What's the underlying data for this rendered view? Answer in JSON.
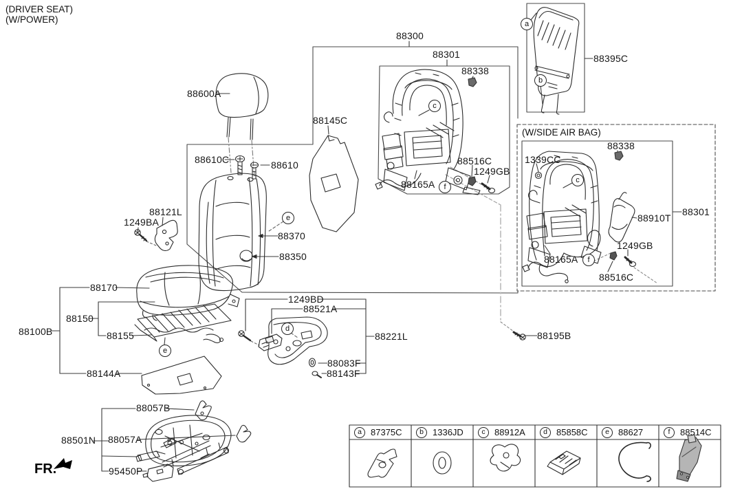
{
  "title": {
    "line1": "(DRIVER SEAT)",
    "line2": "(W/POWER)"
  },
  "fr_indicator": "FR.",
  "side_airbag_box_title": "(W/SIDE AIR BAG)",
  "part_labels": {
    "back_assembly": "88300",
    "back_frame": "88301",
    "clip_88338": "88338",
    "back_board": "88395C",
    "back_pad": "88145C",
    "headrest": "88600A",
    "screw_88610c": "88610C",
    "screw_88610": "88610",
    "clip_88516c": "88516C",
    "bolt_1249gb": "1249GB",
    "harness_88165a": "88165A",
    "nut_1339cc": "1339CC",
    "side_airbag": "88910T",
    "recliner_88121l": "88121L",
    "bolt_1249ba": "1249BA",
    "back_cover": "88370",
    "pad_88350": "88350",
    "cushion_cover": "88170",
    "cushion_pad": "88150",
    "heater_mat": "88155",
    "cushion_assembly": "88100B",
    "protector_88144a": "88144A",
    "bolt_1249bd": "1249BD",
    "switch_88521a": "88521A",
    "shield_88221l": "88221L",
    "grommet_88083f": "88083F",
    "screw_88143f": "88143F",
    "bolt_88195b": "88195B",
    "bracket_88057b": "88057B",
    "bracket_88057a": "88057A",
    "track_88501n": "88501N",
    "ecu_95450p": "95450P"
  },
  "callouts": {
    "a": "a",
    "b": "b",
    "c": "c",
    "d": "d",
    "e": "e",
    "f": "f"
  },
  "legend": {
    "items": [
      {
        "letter": "a",
        "part": "87375C",
        "icon": "mount-bracket-icon"
      },
      {
        "letter": "b",
        "part": "1336JD",
        "icon": "washer-ring-icon"
      },
      {
        "letter": "c",
        "part": "88912A",
        "icon": "trim-clip-icon"
      },
      {
        "letter": "d",
        "part": "85858C",
        "icon": "square-clip-icon"
      },
      {
        "letter": "e",
        "part": "88627",
        "icon": "wire-hook-icon"
      },
      {
        "letter": "f",
        "part": "88514C",
        "icon": "lumbar-motor-icon"
      }
    ]
  }
}
